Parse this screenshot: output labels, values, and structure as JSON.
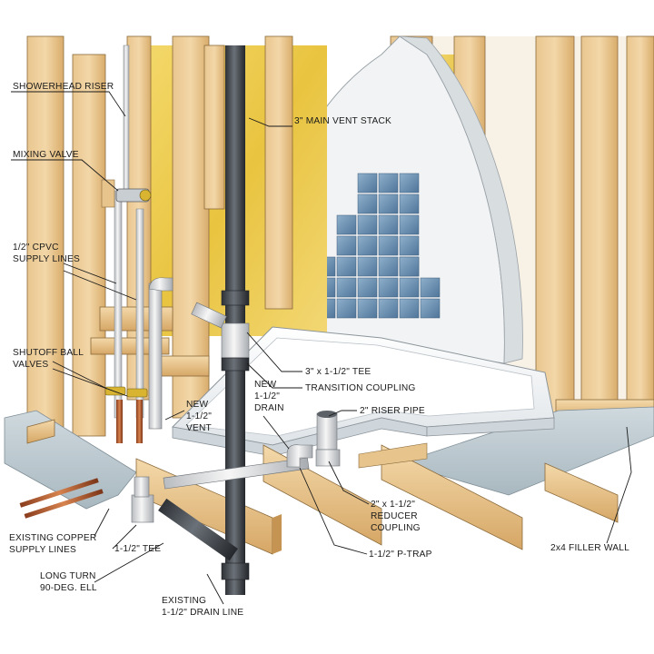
{
  "diagram": {
    "labels": {
      "showerhead_riser": "SHOWERHEAD RISER",
      "mixing_valve": "MIXING VALVE",
      "cpvc_line1": "1/2\" CPVC",
      "cpvc_line2": "SUPPLY LINES",
      "shutoff_line1": "SHUTOFF BALL",
      "shutoff_line2": "VALVES",
      "main_vent_stack": "3\" MAIN VENT STACK",
      "tee_3x112": "3\" x 1-1/2\" TEE",
      "transition_coupling": "TRANSITION COUPLING",
      "riser_pipe_2": "2\" RISER PIPE",
      "new_vent_line1": "NEW",
      "new_vent_line2": "1-1/2\"",
      "new_vent_line3": "VENT",
      "new_drain_line1": "NEW",
      "new_drain_line2": "1-1/2\"",
      "new_drain_line3": "DRAIN",
      "reducer_line1": "2\" x 1-1/2\"",
      "reducer_line2": "REDUCER",
      "reducer_line3": "COUPLING",
      "p_trap": "1-1/2\" P-TRAP",
      "copper_line1": "EXISTING COPPER",
      "copper_line2": "SUPPLY LINES",
      "tee_112": "1-1/2\" TEE",
      "long_turn_line1": "LONG TURN",
      "long_turn_line2": "90-DEG. ELL",
      "drain_line_line1": "EXISTING",
      "drain_line_line2": "1-1/2\" DRAIN LINE",
      "filler_wall": "2x4 FILLER WALL"
    }
  }
}
